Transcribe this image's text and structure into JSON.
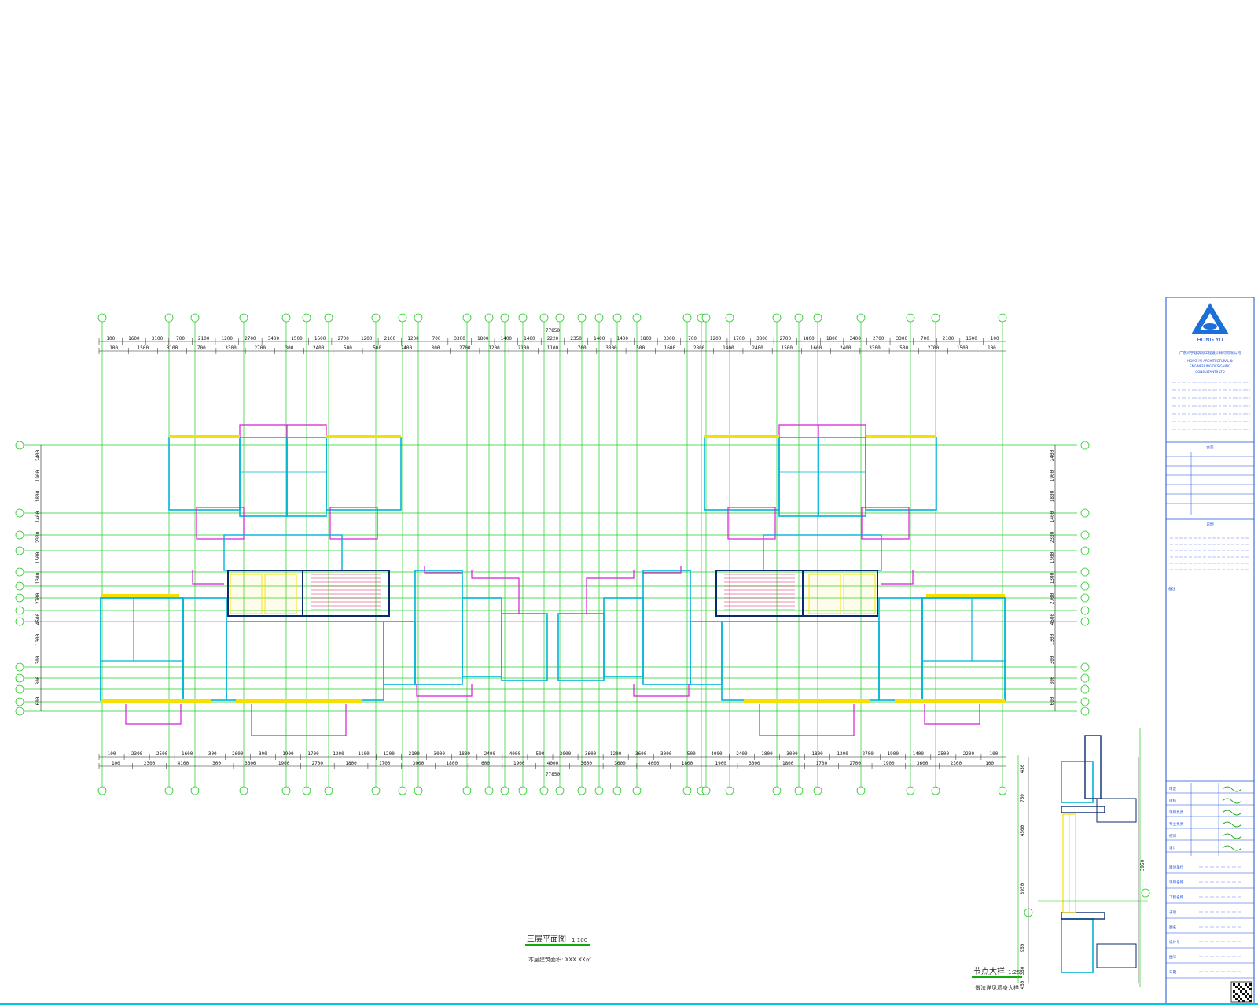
{
  "colors": {
    "grid": "#22cc22",
    "wall": "#00b4d8",
    "wall_dark": "#0a2a6b",
    "balcony": "#d81bd8",
    "window": "#f5e000",
    "text": "#111111",
    "titleblock": "#1a4fd8",
    "frame_cyan": "#00c8e0"
  },
  "dimensions": {
    "total": "77850",
    "top_row1": [
      "100",
      "1600",
      "3100",
      "700",
      "2100",
      "1200",
      "2700",
      "3400",
      "1500",
      "1600",
      "2700",
      "1200",
      "2100",
      "1200",
      "700",
      "3300",
      "1800",
      "1400",
      "1400",
      "2220",
      "2350",
      "1400",
      "1400",
      "1800",
      "3300",
      "700",
      "1200",
      "1700",
      "3300",
      "2700",
      "1800",
      "1800",
      "3400",
      "2700",
      "3300",
      "700",
      "2100",
      "1600",
      "100"
    ],
    "top_row2": [
      "100",
      "1500",
      "3100",
      "700",
      "3300",
      "2700",
      "300",
      "2400",
      "500",
      "500",
      "2400",
      "300",
      "2700",
      "1200",
      "2100",
      "1100",
      "700",
      "3300",
      "500",
      "1600",
      "2800",
      "1400",
      "2400",
      "1500",
      "1600",
      "2400",
      "3300",
      "500",
      "2700",
      "1500",
      "100"
    ],
    "bottom_row1": [
      "100",
      "2300",
      "2500",
      "1600",
      "300",
      "2600",
      "300",
      "1900",
      "1700",
      "1200",
      "1100",
      "1200",
      "2100",
      "3000",
      "1800",
      "2400",
      "4000",
      "500",
      "3000",
      "3600",
      "1200",
      "3600",
      "3000",
      "500",
      "4000",
      "2400",
      "1800",
      "3000",
      "1800",
      "1200",
      "2700",
      "1900",
      "1400",
      "2500",
      "2200",
      "100"
    ],
    "bottom_row2": [
      "100",
      "2300",
      "4100",
      "300",
      "3600",
      "1900",
      "2700",
      "1800",
      "1700",
      "3000",
      "1800",
      "600",
      "1900",
      "4000",
      "3600",
      "3600",
      "4000",
      "1800",
      "1900",
      "3000",
      "1800",
      "1700",
      "2700",
      "1900",
      "3600",
      "2300",
      "100"
    ],
    "side_left": [
      "600",
      "300",
      "300",
      "1300",
      "4500",
      "2700",
      "1300",
      "1500",
      "2300",
      "1400",
      "1800",
      "1900",
      "2400"
    ],
    "side_right": [
      "600",
      "300",
      "300",
      "1300",
      "4500",
      "2700",
      "1300",
      "1500",
      "2300",
      "1400",
      "1800",
      "1900",
      "2400"
    ],
    "section_left": [
      "450",
      "750",
      "4500",
      "3950",
      "950",
      "350",
      "450"
    ],
    "section_right": [
      "3950"
    ]
  },
  "plan": {
    "title": "三层平面图",
    "scale": "1:100",
    "subtitle": "本层建筑面积: XXX.XX㎡"
  },
  "detail": {
    "title": "节点大样",
    "scale": "1:25",
    "subtitle": "做法详见墙身大样"
  },
  "titleblock": {
    "company_pinyin": "HONG YU",
    "company_cn": "广东鸿宇建筑与工程设计顾问有限公司",
    "company_en": [
      "HONG YU ARCHITECTURAL &",
      "ENGINEERING DESIGNING",
      "CONSULTANTS LTD"
    ],
    "section_cert": "会签",
    "section_notes": "说明",
    "notes_label": "备注",
    "fields": [
      "审定",
      "审核",
      "项目负责",
      "专业负责",
      "校对",
      "设计"
    ],
    "project_fields": [
      "建设单位",
      "项目名称",
      "工程名称",
      "子项",
      "图名",
      "设计号",
      "图号",
      "日期"
    ]
  }
}
